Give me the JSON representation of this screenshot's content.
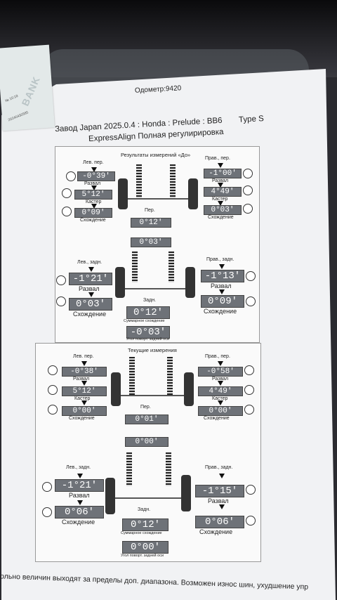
{
  "odometer": "Одометр:9420",
  "header": {
    "line1": "Завод Japan 2025.0.4 : Honda : Prelude : BB6",
    "type": "Type S",
    "line2": "ExpressAlign Полная регулирировка"
  },
  "receipt": {
    "brand": "BANK",
    "line1": "№ 10:18",
    "line2": "20240430585"
  },
  "before": {
    "title": "Результаты измерений «До»",
    "front_left": {
      "label": "Лев. пер.",
      "camber": "-0°39'",
      "caster": "5°12'",
      "toe": "0°09'"
    },
    "front_right": {
      "label": "Прав., пер.",
      "camber": "-1°00'",
      "caster": "4°49'",
      "toe": "0°03'"
    },
    "front_total": {
      "label": "Пер.",
      "toe": "0°12'",
      "setback": "0°03'"
    },
    "rear_left": {
      "label": "Лев., задн.",
      "camber": "-1°21'",
      "toe": "0°03'"
    },
    "rear_right": {
      "label": "Прав., задн.",
      "camber": "-1°13'",
      "toe": "0°09'"
    },
    "rear_total": {
      "label": "Задн.",
      "toe": "0°12'",
      "thrust": "-0°03'"
    },
    "small_labels": {
      "camber": "Развал",
      "caster": "Кастер",
      "toe": "Схождение",
      "total_toe": "Суммарное схождение",
      "thrust_angle": "Угол поворт. задней оси"
    }
  },
  "current": {
    "title": "Текущие измерения",
    "front_left": {
      "label": "Лев. пер.",
      "camber": "-0°38'",
      "caster": "5°12'",
      "toe": "0°00'"
    },
    "front_right": {
      "label": "Прав., пер.",
      "camber": "-0°58'",
      "caster": "4°49'",
      "toe": "0°00'"
    },
    "front_total": {
      "label": "Пер.",
      "toe": "0°01'",
      "setback": "0°00'"
    },
    "rear_left": {
      "label": "Лев., задн.",
      "camber": "-1°21'",
      "toe": "0°06'"
    },
    "rear_right": {
      "label": "Прав., задн.",
      "camber": "-1°15'",
      "toe": "0°06'"
    },
    "rear_total": {
      "label": "Задн.",
      "toe": "0°12'",
      "thrust": "0°00'"
    },
    "small_labels": {
      "camber": "Развал",
      "caster": "Кастер",
      "toe": "Схождение",
      "total_toe": "Суммарное схождение",
      "thrust_angle": "Угол поворт. задней оси"
    }
  },
  "footer": "ольно величин выходят за пределы доп. диапазона. Возможен износ шин, ухудшение упр"
}
